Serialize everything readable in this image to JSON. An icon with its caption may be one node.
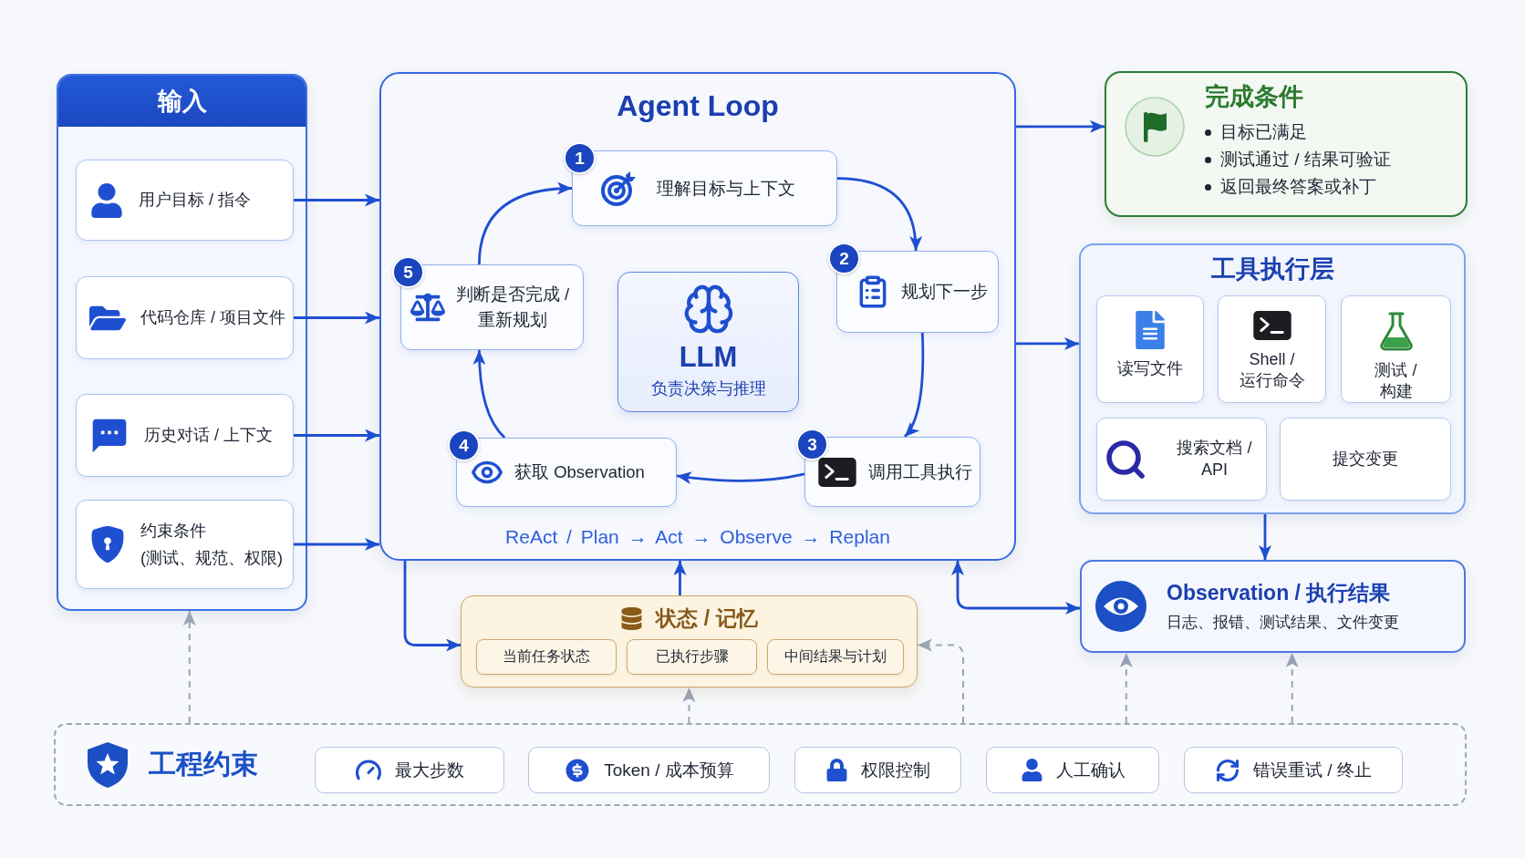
{
  "diagram": {
    "nodes": [
      {
        "text": [
          "输入"
        ]
      },
      {
        "text": [
          "用户目标 / 指令"
        ],
        "in": 0
      },
      {
        "text": [
          "代码仓库 / 项目文件"
        ],
        "in": 0
      },
      {
        "text": [
          "历史对话 / 上下文"
        ],
        "in": 0
      },
      {
        "text": [
          "约束条件",
          "(测试、规范、权限)"
        ],
        "in": 0
      },
      {
        "text": [
          "Agent Loop",
          "ReAct / Plan → Act → Observe → Replan"
        ]
      },
      {
        "text": [
          "1",
          "理解目标与上下文"
        ],
        "in": 5
      },
      {
        "text": [
          "2",
          "规划下一步"
        ],
        "in": 5
      },
      {
        "text": [
          "3",
          "调用工具执行"
        ],
        "in": 5
      },
      {
        "text": [
          "4",
          "获取 Observation"
        ],
        "in": 5
      },
      {
        "text": [
          "5",
          "判断是否完成 / 重新规划"
        ],
        "in": 5
      },
      {
        "text": [
          "LLM",
          "负责决策与推理"
        ],
        "in": 5
      },
      {
        "text": [
          "完成条件",
          "目标已满足",
          "测试通过 / 结果可验证",
          "返回最终答案或补丁"
        ]
      },
      {
        "text": [
          "工具执行层"
        ]
      },
      {
        "text": [
          "读写文件"
        ],
        "in": 13
      },
      {
        "text": [
          "Shell / 运行命令"
        ],
        "in": 13
      },
      {
        "text": [
          "测试 / 构建"
        ],
        "in": 13
      },
      {
        "text": [
          "搜索文档 / API"
        ],
        "in": 13
      },
      {
        "text": [
          "提交变更"
        ],
        "in": 13
      },
      {
        "text": [
          "Observation / 执行结果",
          "日志、报错、测试结果、文件变更"
        ]
      },
      {
        "text": [
          "状态 / 记忆"
        ]
      },
      {
        "text": [
          "当前任务状态"
        ],
        "in": 20
      },
      {
        "text": [
          "已执行步骤"
        ],
        "in": 20
      },
      {
        "text": [
          "中间结果与计划"
        ],
        "in": 20
      },
      {
        "text": [
          "工程约束"
        ]
      },
      {
        "text": [
          "最大步数"
        ],
        "in": 24
      },
      {
        "text": [
          "Token / 成本预算"
        ],
        "in": 24
      },
      {
        "text": [
          "权限控制"
        ],
        "in": 24
      },
      {
        "text": [
          "人工确认"
        ],
        "in": 24
      },
      {
        "text": [
          "错误重试 / 终止"
        ],
        "in": 24
      }
    ],
    "edges": [
      {
        "from": 1,
        "to": 5,
        "arrow": "to"
      },
      {
        "from": 2,
        "to": 5,
        "arrow": "to"
      },
      {
        "from": 3,
        "to": 5,
        "arrow": "to"
      },
      {
        "from": 4,
        "to": 5,
        "arrow": "to"
      },
      {
        "from": 6,
        "to": 7,
        "arrow": "to"
      },
      {
        "from": 7,
        "to": 8,
        "arrow": "to"
      },
      {
        "from": 8,
        "to": 9,
        "arrow": "to"
      },
      {
        "from": 9,
        "to": 10,
        "arrow": "to"
      },
      {
        "from": 10,
        "to": 6,
        "arrow": "to"
      },
      {
        "from": 5,
        "to": 12,
        "arrow": "to"
      },
      {
        "from": 5,
        "to": 13,
        "arrow": "to"
      },
      {
        "from": 13,
        "to": 19,
        "arrow": "to"
      },
      {
        "from": 5,
        "to": 19,
        "arrow": "both"
      },
      {
        "from": 5,
        "to": 20,
        "arrow": "to"
      },
      {
        "from": 20,
        "to": 5,
        "arrow": "to"
      },
      {
        "from": 24,
        "to": 0,
        "arrow": "to",
        "style": "dashed",
        "color": "#9aa5b8"
      },
      {
        "from": 24,
        "to": 20,
        "arrow": "to",
        "style": "dashed",
        "color": "#9aa5b8"
      },
      {
        "from": 24,
        "to": 20,
        "arrow": "to",
        "style": "dashed",
        "color": "#9aa5b8"
      },
      {
        "from": 24,
        "to": 19,
        "arrow": "to",
        "style": "dashed",
        "color": "#9aa5b8"
      },
      {
        "from": 24,
        "to": 19,
        "arrow": "to",
        "style": "dashed",
        "color": "#9aa5b8"
      }
    ]
  }
}
